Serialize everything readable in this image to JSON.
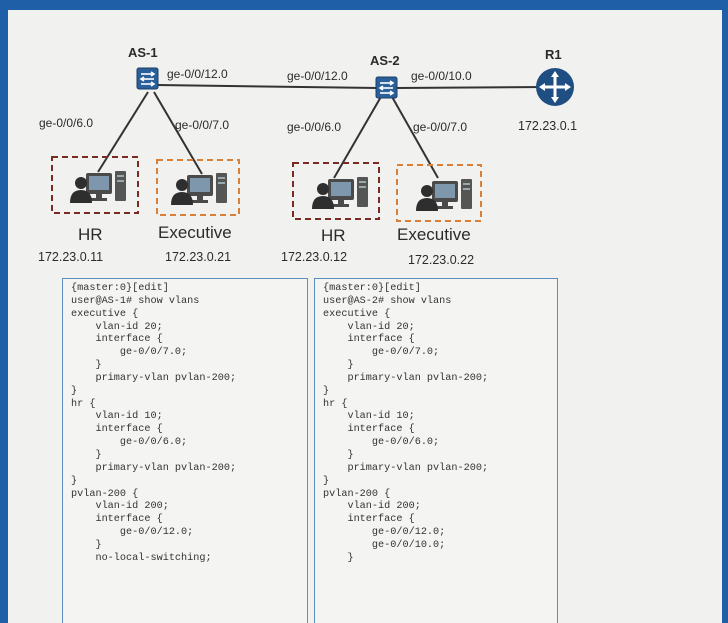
{
  "devices": {
    "as1": {
      "name": "AS-1"
    },
    "as2": {
      "name": "AS-2"
    },
    "r1": {
      "name": "R1",
      "ip": "172.23.0.1"
    }
  },
  "ports": {
    "as1_uplink": "ge-0/0/12.0",
    "as2_to_as1": "ge-0/0/12.0",
    "as2_to_r1": "ge-0/0/10.0",
    "as1_hr": "ge-0/0/6.0",
    "as1_exec": "ge-0/0/7.0",
    "as2_hr": "ge-0/0/6.0",
    "as2_exec": "ge-0/0/7.0"
  },
  "hosts": [
    {
      "label": "HR",
      "ip": "172.23.0.11"
    },
    {
      "label": "Executive",
      "ip": "172.23.0.21"
    },
    {
      "label": "HR",
      "ip": "172.23.0.12"
    },
    {
      "label": "Executive",
      "ip": "172.23.0.22"
    }
  ],
  "colors": {
    "hr_box": "#7a2a22",
    "exec_box": "#d8803a",
    "link": "#333333",
    "router": "#1f4f82",
    "switch": "#2a5f9a",
    "panel_border": "#5c8fbd"
  },
  "configs": {
    "left": "{master:0}[edit]\nuser@AS-1# show vlans\nexecutive {\n    vlan-id 20;\n    interface {\n        ge-0/0/7.0;\n    }\n    primary-vlan pvlan-200;\n}\nhr {\n    vlan-id 10;\n    interface {\n        ge-0/0/6.0;\n    }\n    primary-vlan pvlan-200;\n}\npvlan-200 {\n    vlan-id 200;\n    interface {\n        ge-0/0/12.0;\n    }\n    no-local-switching;",
    "right": "{master:0}[edit]\nuser@AS-2# show vlans\nexecutive {\n    vlan-id 20;\n    interface {\n        ge-0/0/7.0;\n    }\n    primary-vlan pvlan-200;\n}\nhr {\n    vlan-id 10;\n    interface {\n        ge-0/0/6.0;\n    }\n    primary-vlan pvlan-200;\n}\npvlan-200 {\n    vlan-id 200;\n    interface {\n        ge-0/0/12.0;\n        ge-0/0/10.0;\n    }"
  }
}
